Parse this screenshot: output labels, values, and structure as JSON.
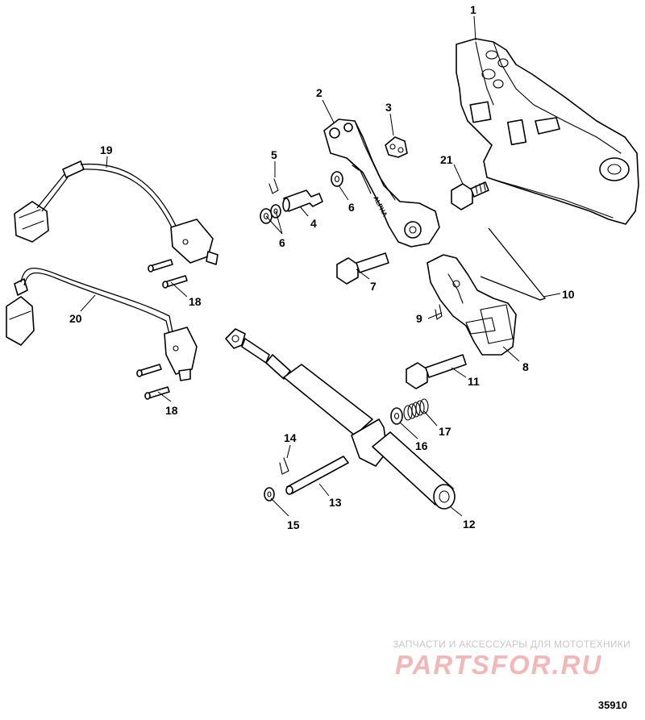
{
  "figure_number": "35910",
  "watermark": {
    "line1": "ЗАПЧАСТИ И АКСЕССУАРЫ ДЛЯ МОТОТЕХНИКИ",
    "line2": "PARTSFOR.RU"
  },
  "part_labels": {
    "p1": "1",
    "p2": "2",
    "p3": "3",
    "p4": "4",
    "p5": "5",
    "p6a": "6",
    "p6b": "6",
    "p7": "7",
    "p8": "8",
    "p9": "9",
    "p10": "10",
    "p11": "11",
    "p12": "12",
    "p13": "13",
    "p14": "14",
    "p15": "15",
    "p16": "16",
    "p17": "17",
    "p18a": "18",
    "p18b": "18",
    "p19": "19",
    "p20": "20",
    "p21": "21"
  },
  "colors": {
    "line": "#000000",
    "background": "#ffffff",
    "watermark_red": "#f2b8b8",
    "watermark_grey": "#c7c7c7"
  }
}
